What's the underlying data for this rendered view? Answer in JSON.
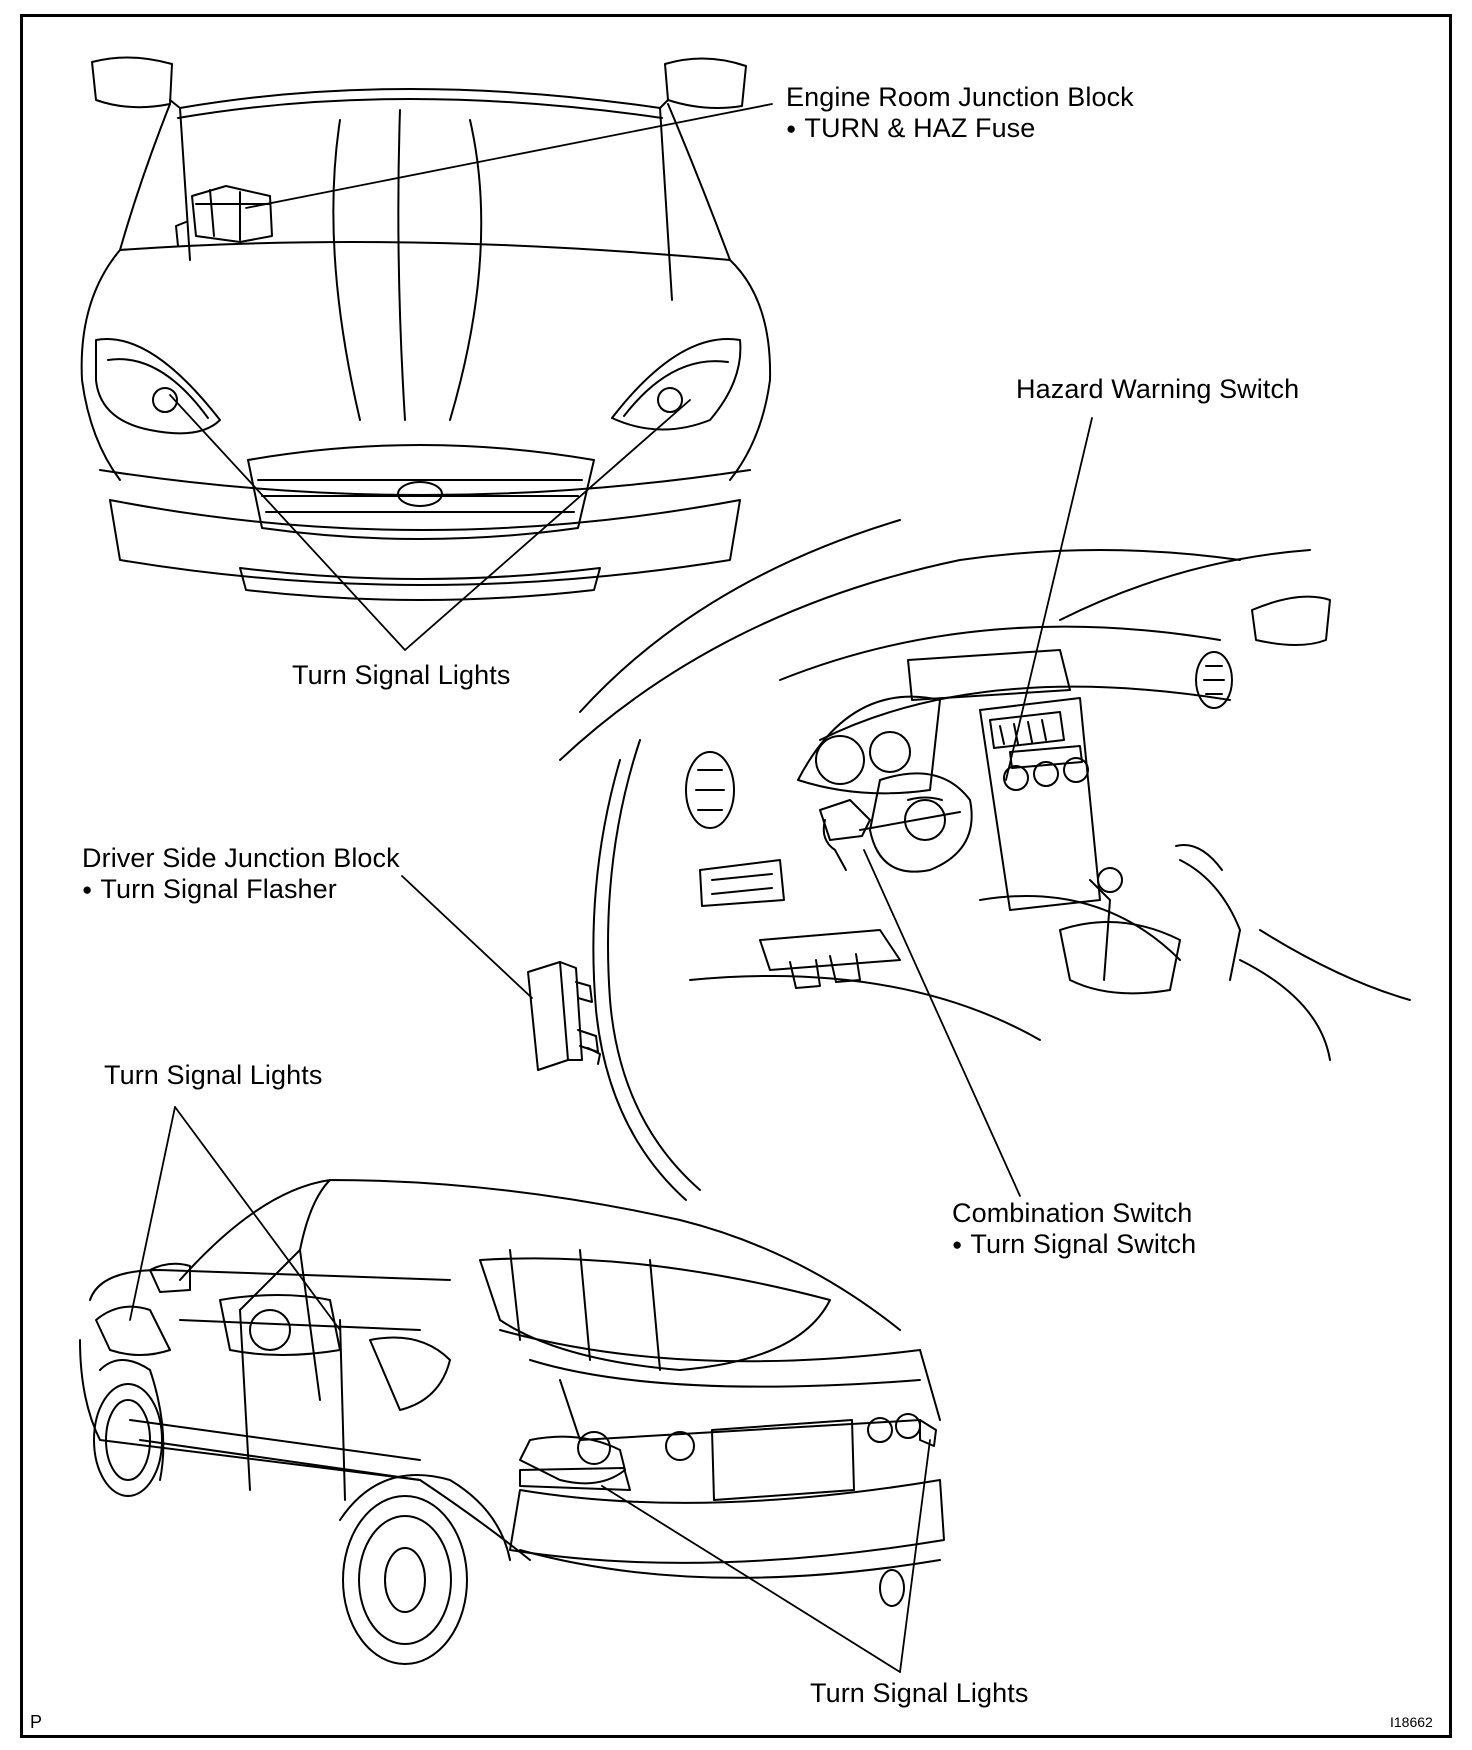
{
  "labels": {
    "engine_room_block": "Engine Room Junction Block",
    "turn_haz_fuse": "TURN & HAZ Fuse",
    "hazard_switch": "Hazard Warning Switch",
    "turn_lights_front": "Turn Signal Lights",
    "driver_block": "Driver Side Junction Block",
    "flasher": "Turn Signal Flasher",
    "turn_lights_side": "Turn Signal Lights",
    "combination_switch": "Combination Switch",
    "turn_signal_switch": "Turn Signal Switch",
    "turn_lights_rear": "Turn Signal Lights"
  },
  "footer": {
    "corner_letter": "P",
    "figure_id": "I18662"
  }
}
